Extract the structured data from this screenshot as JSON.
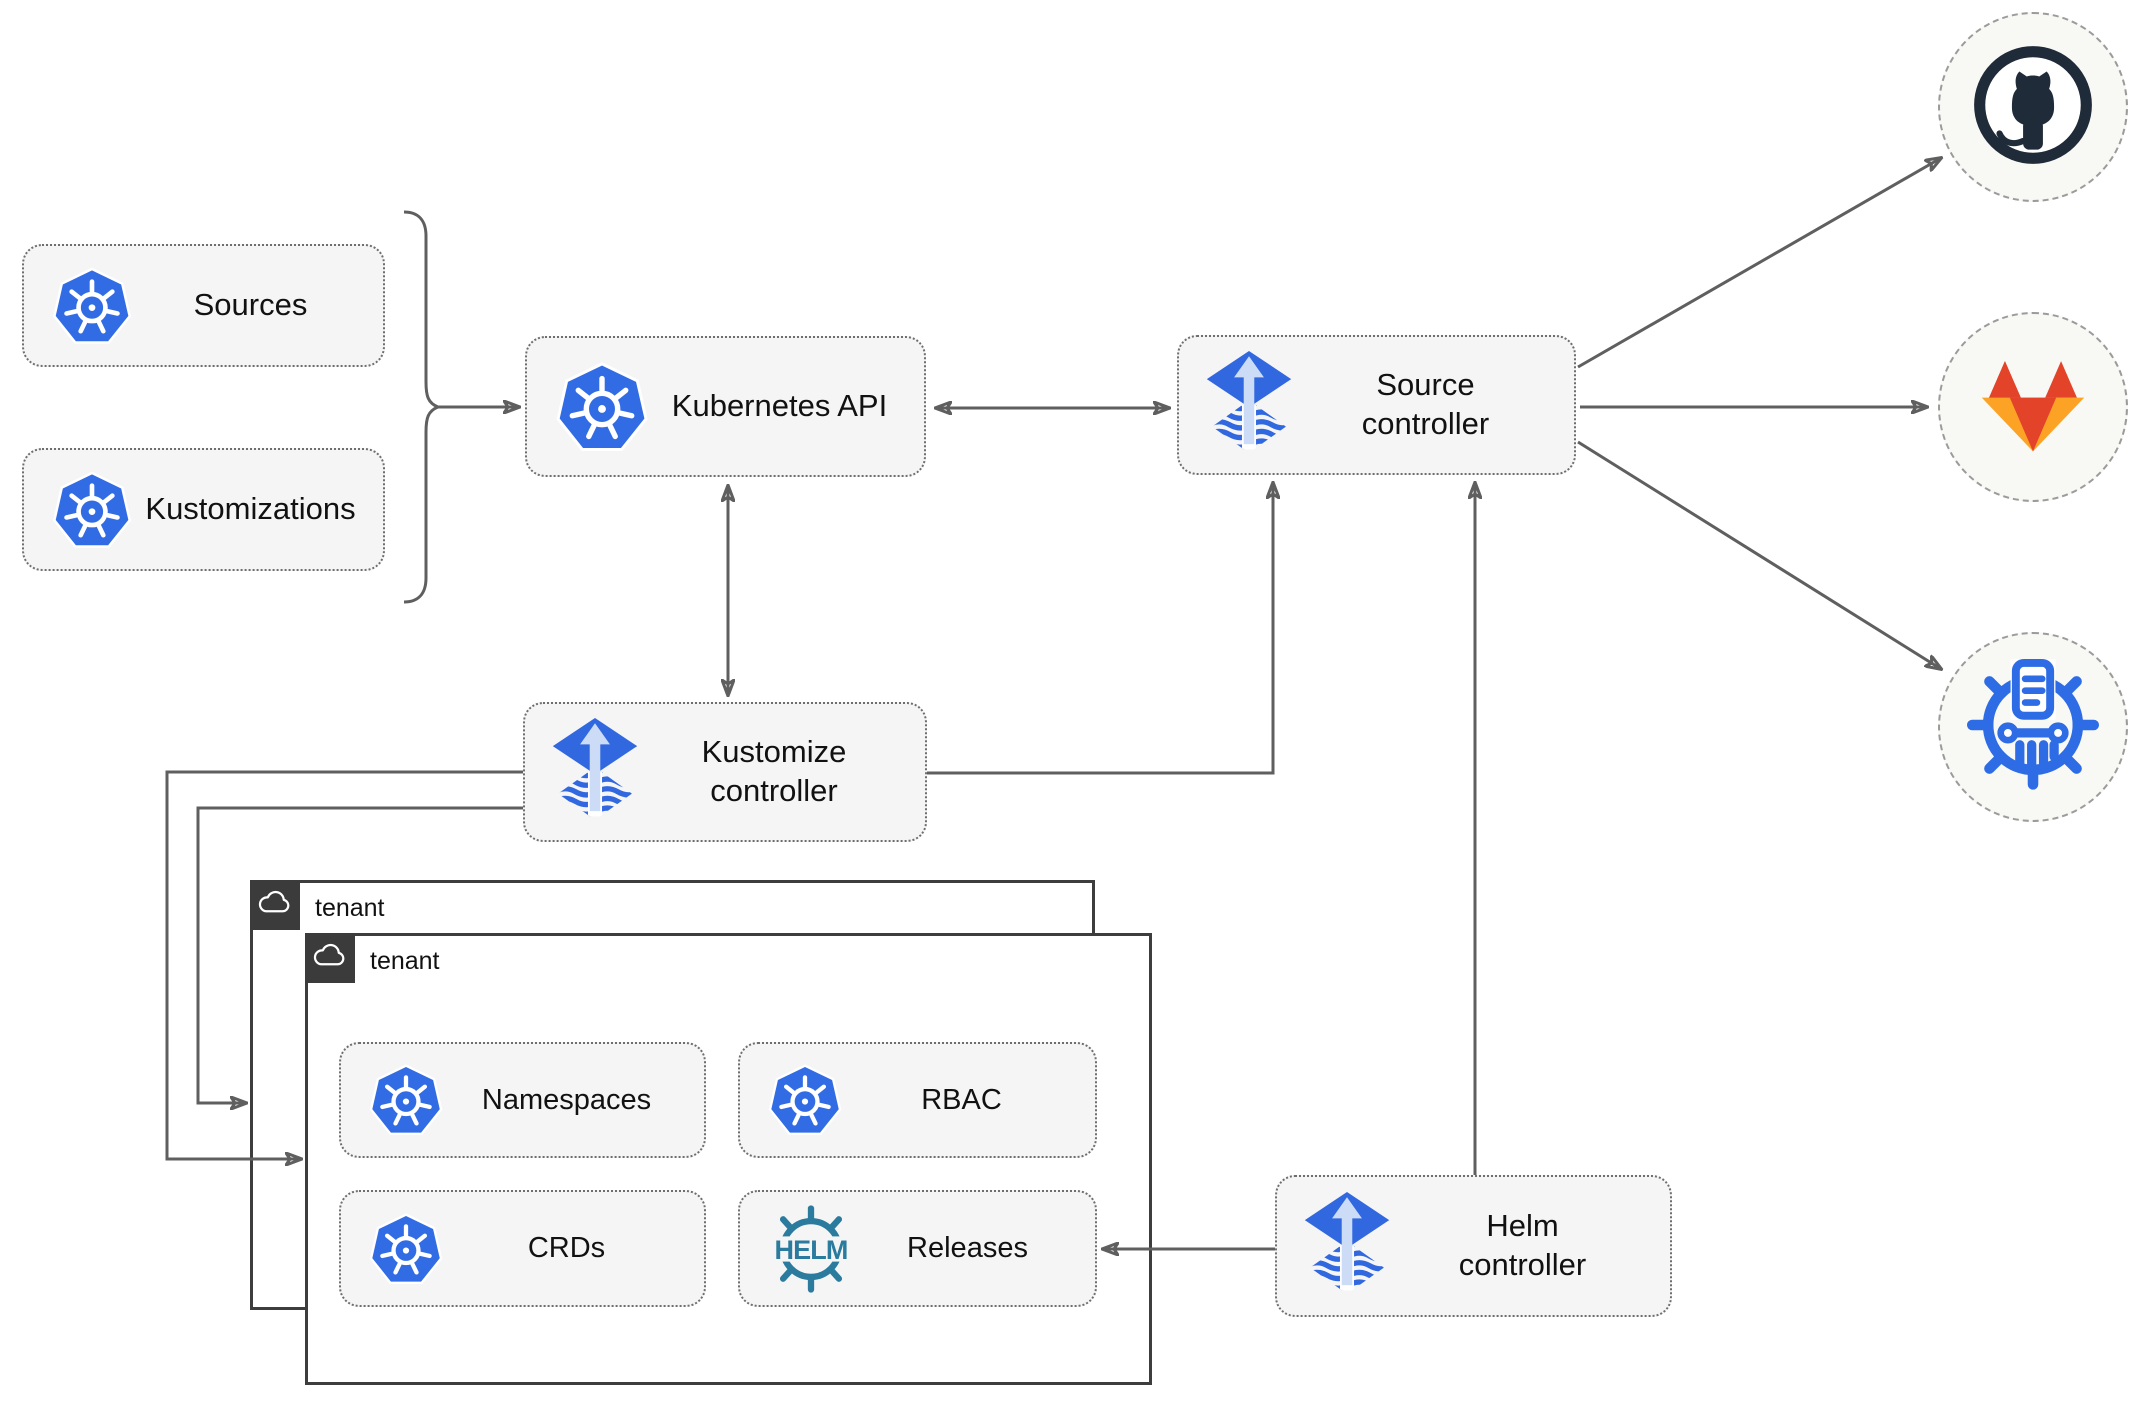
{
  "diagram": {
    "title_hint": "Flux GitOps architecture diagram",
    "nodes": {
      "sources": {
        "label": "Sources"
      },
      "kustomizations": {
        "label": "Kustomizations"
      },
      "kubernetes_api": {
        "label": "Kubernetes API"
      },
      "source_controller": {
        "line1": "Source",
        "line2": "controller"
      },
      "kustomize_controller": {
        "line1": "Kustomize",
        "line2": "controller"
      },
      "helm_controller": {
        "line1": "Helm",
        "line2": "controller"
      },
      "namespaces": {
        "label": "Namespaces"
      },
      "rbac": {
        "label": "RBAC"
      },
      "crds": {
        "label": "CRDs"
      },
      "releases": {
        "label": "Releases"
      }
    },
    "tenants": {
      "outer_label": "tenant",
      "inner_label": "tenant"
    },
    "remotes": [
      "github",
      "gitlab",
      "chartmuseum"
    ],
    "helm_logo_text": "HELM",
    "icons": {
      "kubernetes": "kubernetes-wheel-icon",
      "flux": "flux-diamond-arrow-icon",
      "helm": "helm-wheel-icon",
      "cloud": "cloud-icon",
      "github": "github-octocat-icon",
      "gitlab": "gitlab-tanuki-icon",
      "chartmuseum": "chartmuseum-column-icon"
    },
    "colors": {
      "kubernetes_blue": "#326ce5",
      "flux_blue": "#3168e0",
      "helm_teal": "#2a7b9e",
      "github_dark": "#1f2b38",
      "gitlab_red_orange": "#e24329",
      "gitlab_light_orange": "#fca326",
      "chartmuseum_blue": "#2d6ce5",
      "connector_gray": "#5f5f5f",
      "node_fill": "#f5f5f5",
      "tenant_border": "#3d3d3d"
    }
  }
}
